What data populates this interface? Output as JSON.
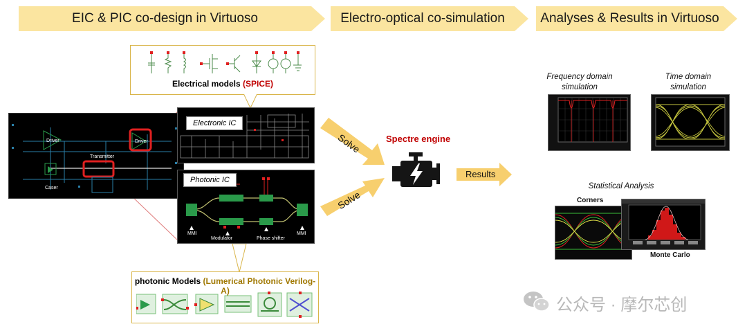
{
  "banners": [
    {
      "label": "EIC & PIC co-design in Virtuoso"
    },
    {
      "label": "Electro-optical co-simulation"
    },
    {
      "label": "Analyses & Results in Virtuoso"
    }
  ],
  "electrical_models": {
    "title_prefix": "Electrical models ",
    "title_highlight": "(SPICE)"
  },
  "photonic_models": {
    "title_prefix": "photonic Models ",
    "title_highlight": "(Lumerical Photonic Verilog-A)"
  },
  "schematic": {
    "driver": "Driver",
    "driver2": "Driver",
    "transmitter": "Transmitter",
    "laser": "Caser"
  },
  "electronic_ic": {
    "label": "Electronic IC"
  },
  "photonic_ic": {
    "label": "Photonic IC",
    "mmi_left": "MMI",
    "modulator": "Modulator",
    "phase_shifter": "Phase shifter",
    "mmi_right": "MMI"
  },
  "solve_top": "Solve",
  "solve_bottom": "Solve",
  "engine": {
    "title": "Spectre engine"
  },
  "results": "Results",
  "analyses": {
    "frequency": "Frequency domain simulation",
    "time": "Time domain simulation",
    "statistical": "Statistical Analysis",
    "corners": "Corners",
    "monte_carlo": "Monte Carlo"
  },
  "watermark": "公众号 · 摩尔芯创",
  "colors": {
    "banner": "#fbe5a0",
    "arrow": "#f7cf6e",
    "highlight_red": "#c00000",
    "trace_yellow": "#e8e84a"
  }
}
